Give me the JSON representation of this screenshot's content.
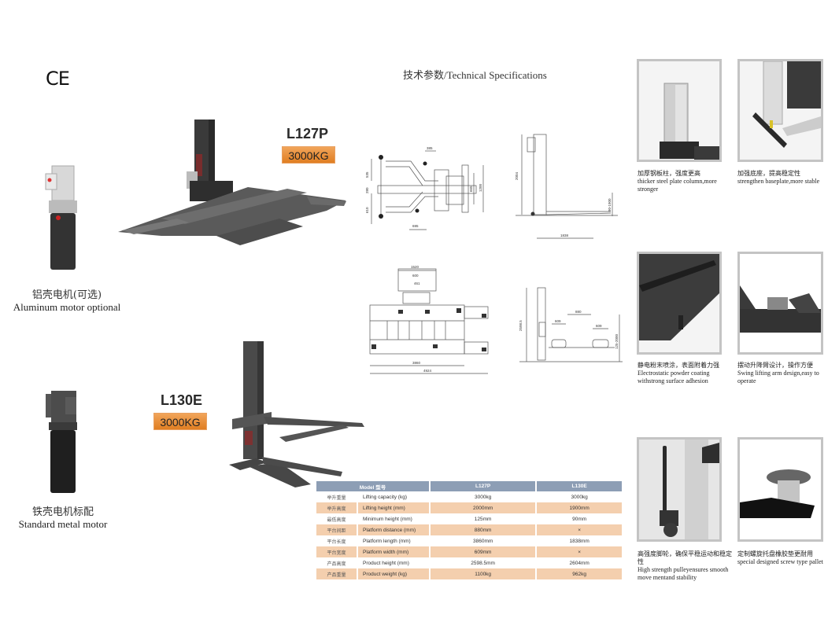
{
  "ce_mark": "CE",
  "heading": "技术参数/Technical Specifications",
  "models": {
    "l127p": {
      "name": "L127P",
      "capacity": "3000KG"
    },
    "l130e": {
      "name": "L130E",
      "capacity": "3000KG"
    }
  },
  "motors": {
    "aluminum": {
      "cn": "铝壳电机(可选)",
      "en": "Aluminum motor optional"
    },
    "standard": {
      "cn": "铁壳电机标配",
      "en": "Standard metal motor"
    }
  },
  "drawings": {
    "top_view_l130e": {
      "d1": "385",
      "d2": "535",
      "d3": "280",
      "d4": "610",
      "d5": "695",
      "d6": "665",
      "d7": "1200"
    },
    "side_view_l130e": {
      "height": "2004",
      "lift_range": "90-1900",
      "length": "1838"
    },
    "top_view_l127p": {
      "d1": "1520",
      "d2": "600",
      "d3": "461",
      "length": "3860",
      "total": "4924"
    },
    "side_view_l127p": {
      "height": "2598.5",
      "w1": "609",
      "gap": "880",
      "w2": "609",
      "lift_range": "125-2000"
    }
  },
  "features": [
    {
      "cn": "加厚钢板柱，强度更高",
      "en": "thicker steel plate column,more stronger"
    },
    {
      "cn": "加强底座，提高稳定性",
      "en": "strengthen baseplate,more stable"
    },
    {
      "cn": "静电粉末喷涂，表面附着力强",
      "en": "Electrostatic powder coating withstrong surface adhesion"
    },
    {
      "cn": "摆动升降臂设计，操作方便",
      "en": "Swing lifting arm design,easy to operate"
    },
    {
      "cn": "高强度脚轮，确保平稳运动和稳定性",
      "en": "High strength pulleyensures smooth move mentand stability"
    },
    {
      "cn": "定制螺旋托盘橡胶垫更耐用",
      "en": "special designed screw type pallet"
    }
  ],
  "spec_table": {
    "headers": [
      "Model 型号",
      "L127P",
      "L130E"
    ],
    "rows": [
      {
        "cn": "举升重量",
        "en": "Lifting capacity (kg)",
        "l127p": "3000kg",
        "l130e": "3000kg"
      },
      {
        "cn": "举升高度",
        "en": "Lifting height (mm)",
        "l127p": "2000mm",
        "l130e": "1900mm"
      },
      {
        "cn": "最低高度",
        "en": "Minimum height (mm)",
        "l127p": "125mm",
        "l130e": "90mm"
      },
      {
        "cn": "平台间距",
        "en": "Platform distance (mm)",
        "l127p": "880mm",
        "l130e": "×"
      },
      {
        "cn": "平台长度",
        "en": "Platform length (mm)",
        "l127p": "3860mm",
        "l130e": "1838mm"
      },
      {
        "cn": "平台宽度",
        "en": "Platform width (mm)",
        "l127p": "609mm",
        "l130e": "×"
      },
      {
        "cn": "产品高度",
        "en": "Product height (mm)",
        "l127p": "2598.5mm",
        "l130e": "2604mm"
      },
      {
        "cn": "产品重量",
        "en": "Product weight (kg)",
        "l127p": "1100kg",
        "l130e": "962kg"
      }
    ]
  },
  "colors": {
    "badge": "#e8893a",
    "table_header": "#8d9eb5",
    "table_stripe": "#f4cfae",
    "tile_border": "#c4c4c4",
    "metal": "#4a4a4a"
  }
}
